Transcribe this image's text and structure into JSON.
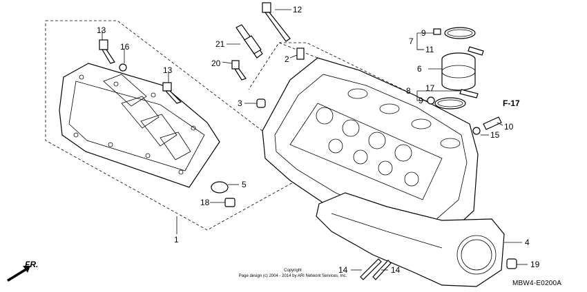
{
  "callouts": {
    "c1": "1",
    "c2": "2",
    "c3": "3",
    "c4": "4",
    "c5": "5",
    "c6": "6",
    "c7": "7",
    "c8": "8",
    "c9a": "9",
    "c9b": "9",
    "c10": "10",
    "c11": "11",
    "c12": "12",
    "c13a": "13",
    "c13b": "13",
    "c14a": "14",
    "c14b": "14",
    "c15": "15",
    "c16": "16",
    "c17": "17",
    "c18": "18",
    "c19": "19",
    "c20": "20",
    "c21": "21"
  },
  "reference": "F-17",
  "front_marker": "FR.",
  "diagram_code": "MBW4-E0200A",
  "copyright": {
    "line1": "Copyright",
    "line2": "Page design (c) 2004 - 2014 by ARI Network Services, Inc."
  }
}
